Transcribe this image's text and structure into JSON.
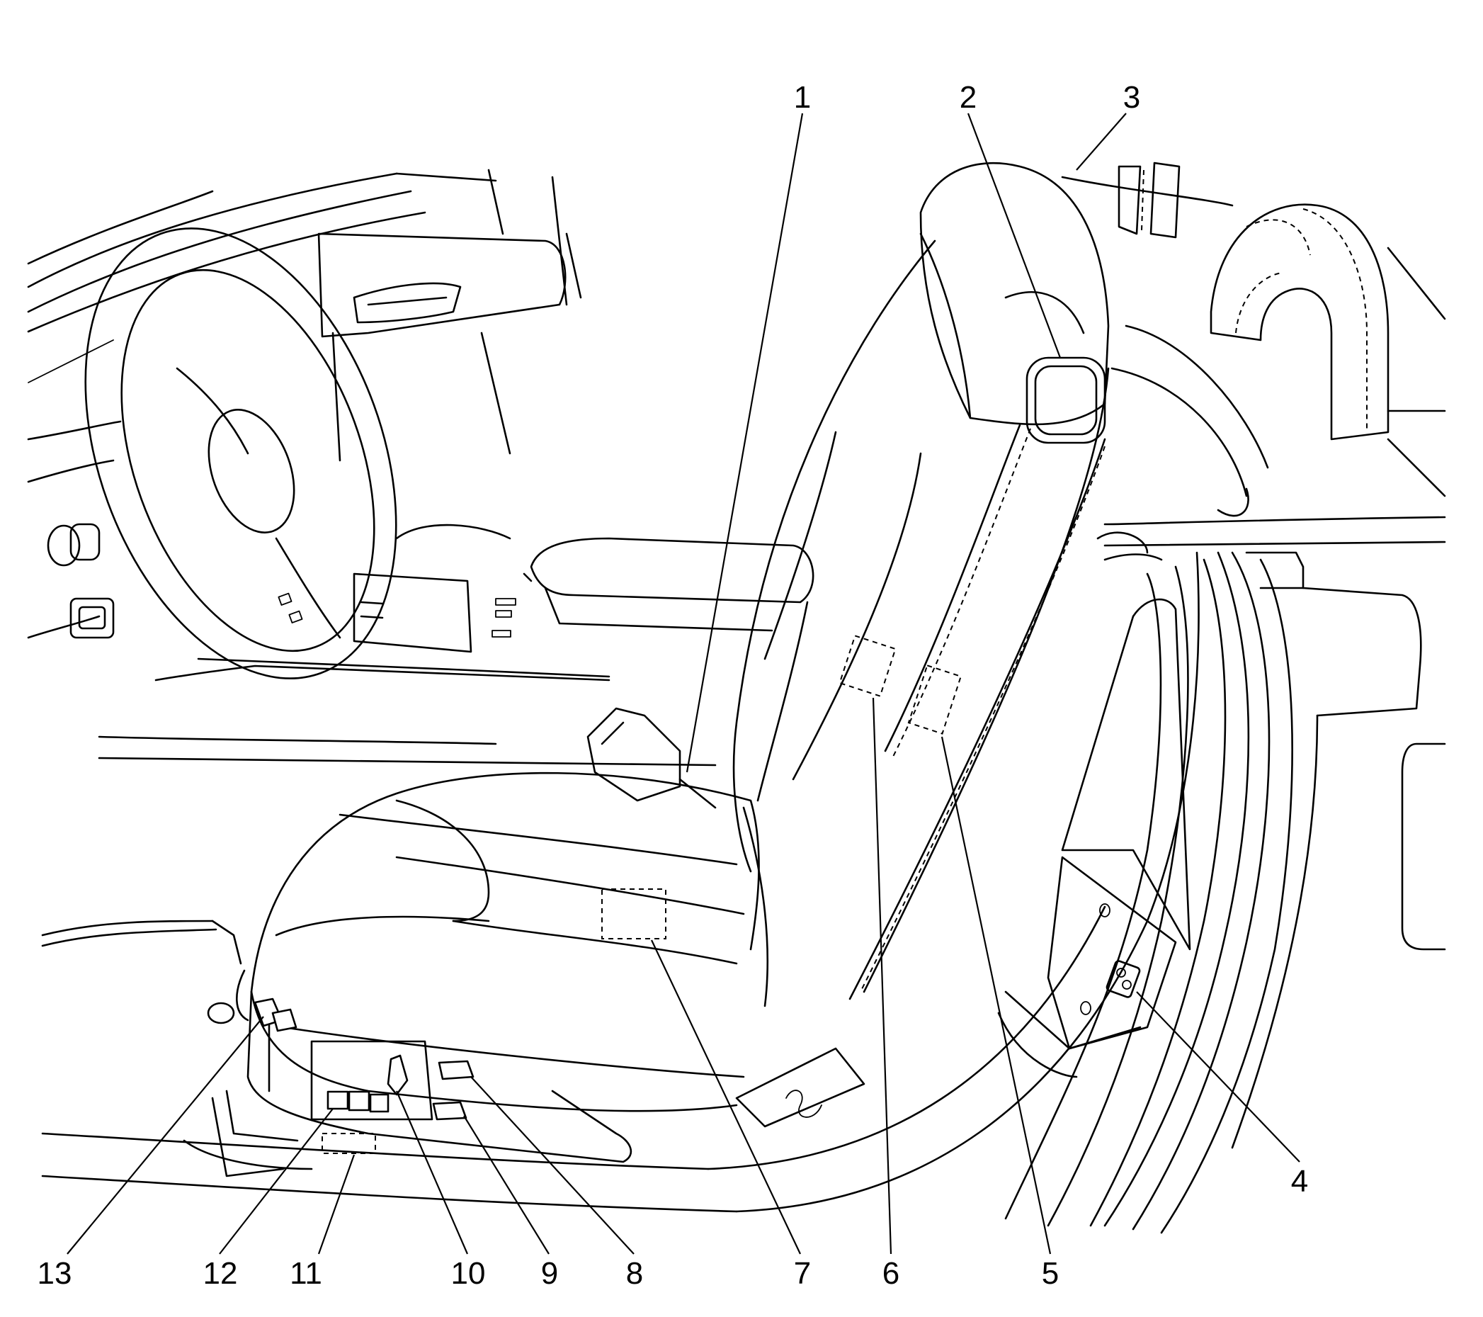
{
  "callouts": [
    "1",
    "2",
    "3",
    "4",
    "5",
    "6",
    "7",
    "8",
    "9",
    "10",
    "11",
    "12",
    "13"
  ],
  "icons": {
    "steering-wheel": "steering-wheel-icon",
    "driver-seat": "seat-icon",
    "switch": "switch-icon"
  }
}
